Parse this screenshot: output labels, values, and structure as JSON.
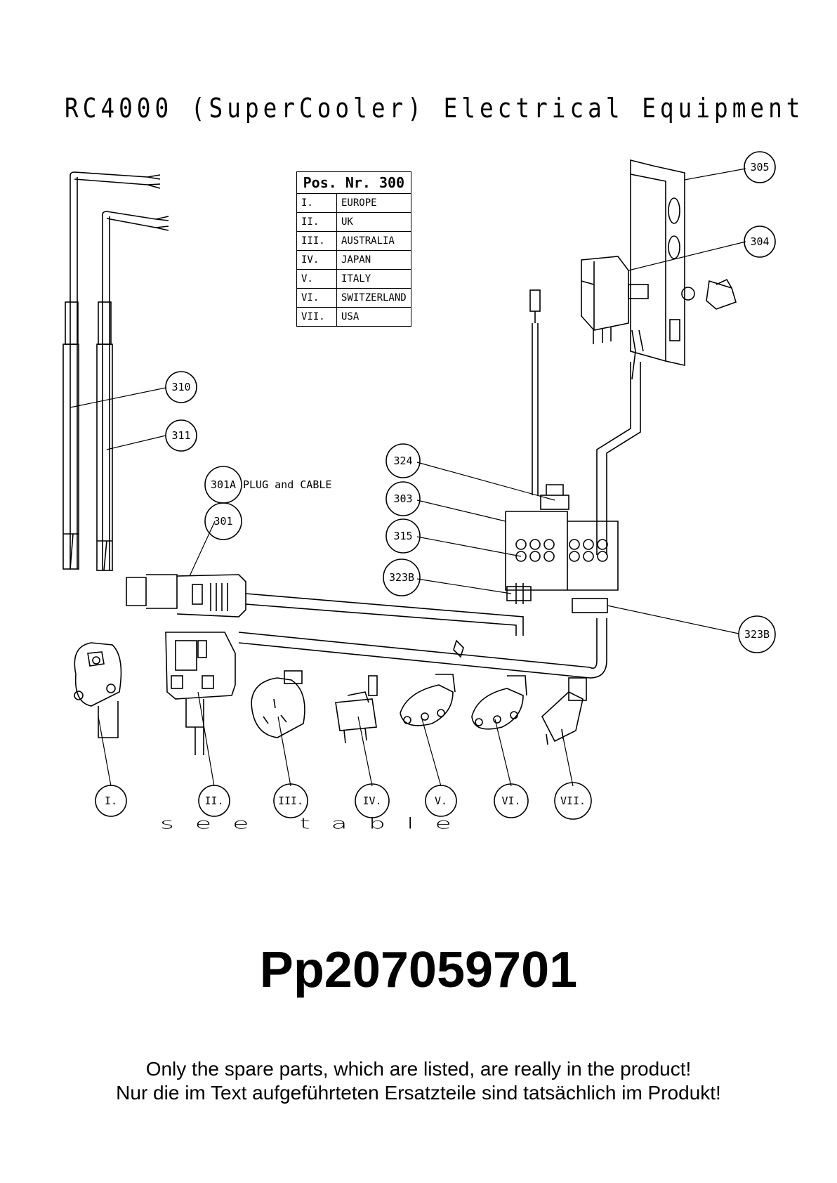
{
  "title": "RC4000 (SuperCooler) Electrical Equipment",
  "table": {
    "header": "Pos. Nr. 300",
    "rows": [
      {
        "num": "I.",
        "country": "EUROPE"
      },
      {
        "num": "II.",
        "country": "UK"
      },
      {
        "num": "III.",
        "country": "AUSTRALIA"
      },
      {
        "num": "IV.",
        "country": "JAPAN"
      },
      {
        "num": "V.",
        "country": "ITALY"
      },
      {
        "num": "VI.",
        "country": "SWITZERLAND"
      },
      {
        "num": "VII.",
        "country": "USA"
      }
    ]
  },
  "callouts": {
    "c305": "305",
    "c304": "304",
    "c310": "310",
    "c311": "311",
    "c324": "324",
    "c303": "303",
    "c315": "315",
    "c323b_left": "323B",
    "c323b_right": "323B",
    "c301a": "301A",
    "c301a_label": "PLUG and CABLE",
    "c301": "301",
    "plug_i": "I.",
    "plug_ii": "II.",
    "plug_iii": "III.",
    "plug_iv": "IV.",
    "plug_v": "V.",
    "plug_vi": "VI.",
    "plug_vii": "VII."
  },
  "see_table": "see table",
  "part_number": "Pp207059701",
  "note_en": "Only the spare parts, which are listed, are really in the product!",
  "note_de": "Nur die im Text aufgeführteten Ersatzteile sind tatsächlich im Produkt!"
}
